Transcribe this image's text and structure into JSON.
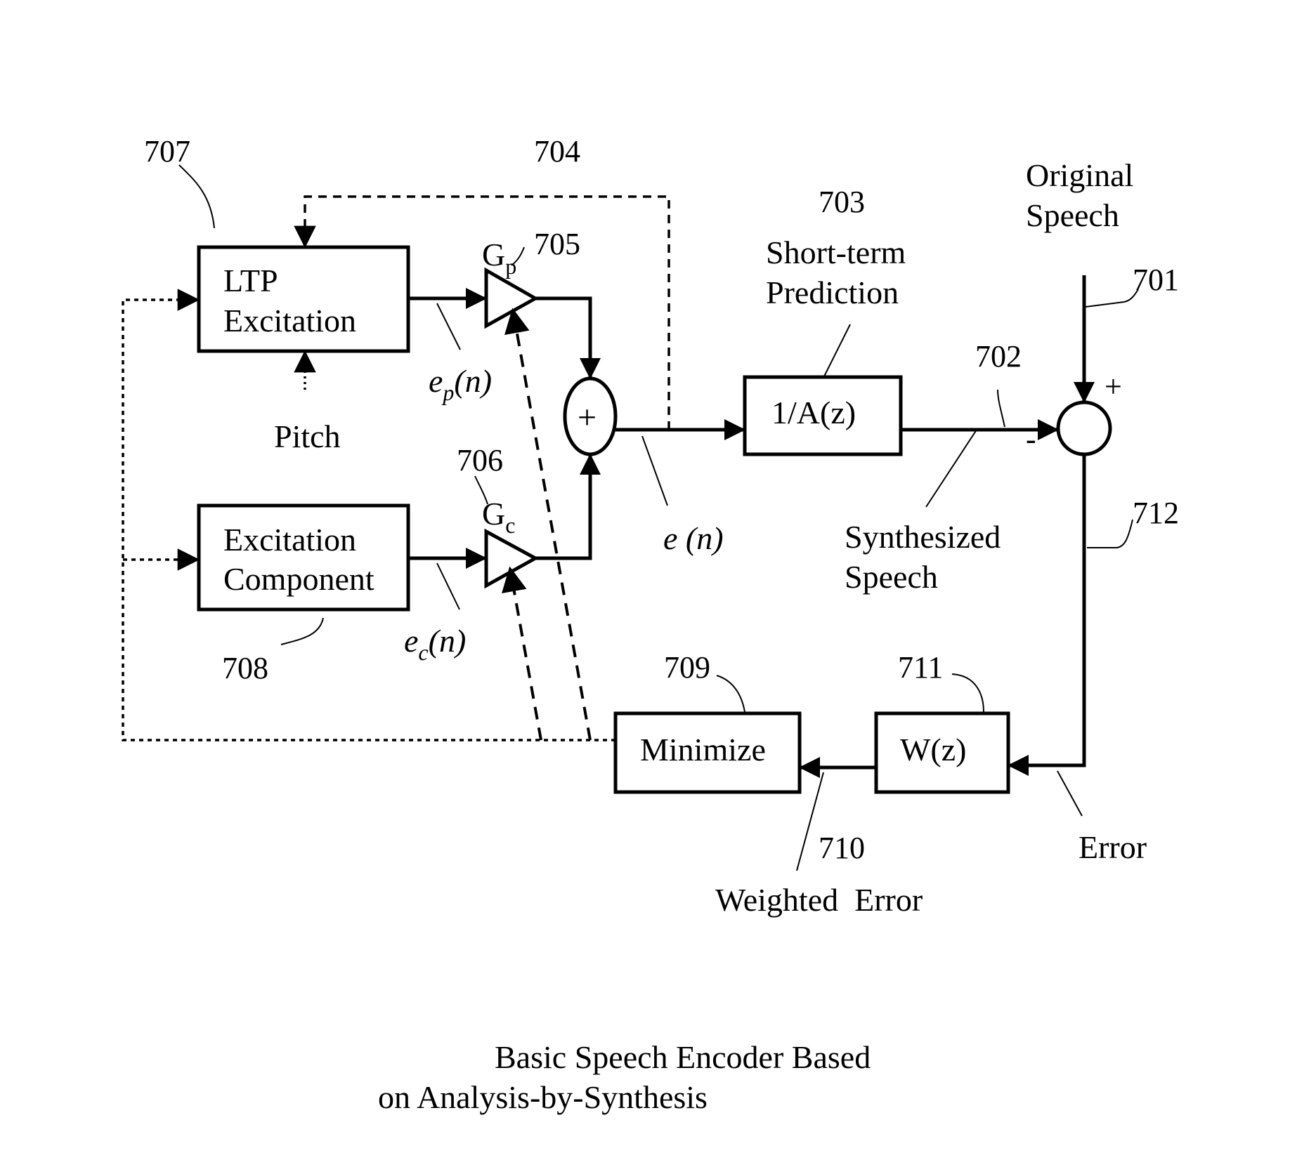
{
  "blocks": {
    "ltp_line1": "LTP",
    "ltp_line2": "Excitation",
    "exc_line1": "Excitation",
    "exc_line2": "Component",
    "synth_filter": "1/A(z)",
    "weight_filter": "W(z)",
    "minimize": "Minimize",
    "adder_symbol": "+"
  },
  "gains": {
    "gp_base": "G",
    "gp_sub": "p",
    "gc_base": "G",
    "gc_sub": "c"
  },
  "signals": {
    "ep_e": "e",
    "ep_sub": "p",
    "ep_n": "(n)",
    "ec_e": "e",
    "ec_sub": "c",
    "ec_n": "(n)",
    "en": "e (n)",
    "pitch": "Pitch",
    "short_term_line1": "Short-term",
    "short_term_line2": "Prediction",
    "original_line1": "Original",
    "original_line2": "Speech",
    "synthesized_line1": "Synthesized",
    "synthesized_line2": "Speech",
    "error": "Error",
    "weighted_error": "Weighted  Error",
    "plus_sign": "+",
    "minus_sign": "-"
  },
  "refs": {
    "r701": "701",
    "r702": "702",
    "r703": "703",
    "r704": "704",
    "r705": "705",
    "r706": "706",
    "r707": "707",
    "r708": "708",
    "r709": "709",
    "r710": "710",
    "r711": "711",
    "r712": "712"
  },
  "caption": {
    "line1": "Basic Speech Encoder Based",
    "line2": "on Analysis-by-Synthesis"
  }
}
